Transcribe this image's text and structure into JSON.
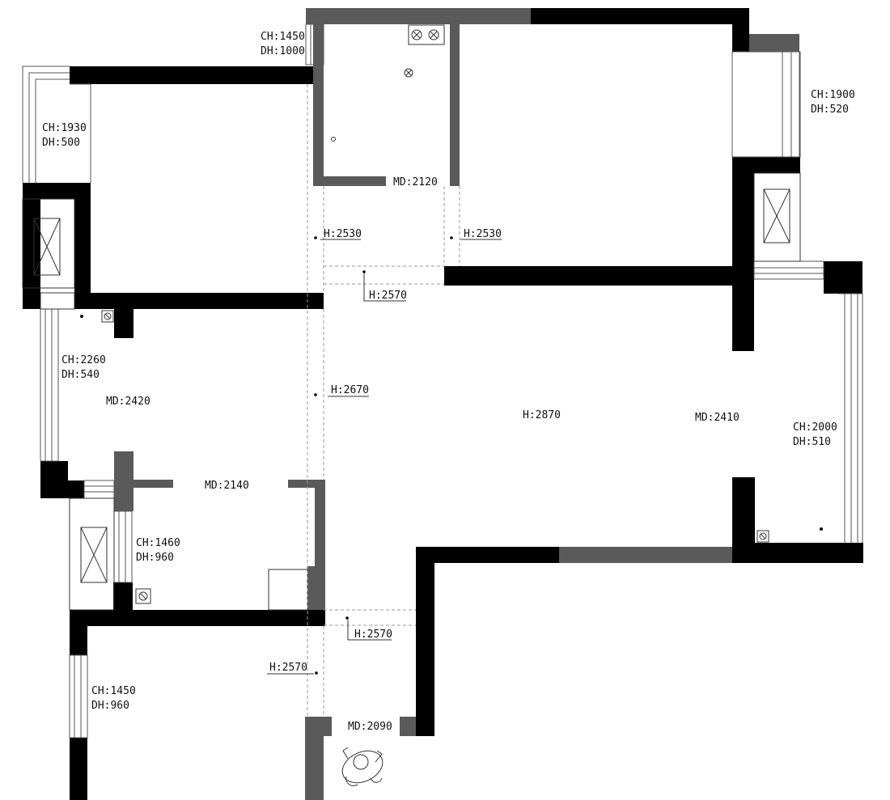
{
  "labels": {
    "win_top": {
      "ch": "CH:1450",
      "dh": "DH:1000"
    },
    "win_left_top": {
      "ch": "CH:1930",
      "dh": "DH:500"
    },
    "win_right_top": {
      "ch": "CH:1900",
      "dh": "DH:520"
    },
    "win_left_mid": {
      "ch": "CH:2260",
      "dh": "DH:540"
    },
    "win_right_mid": {
      "ch": "CH:2000",
      "dh": "DH:510"
    },
    "win_left_low": {
      "ch": "CH:1460",
      "dh": "DH:960"
    },
    "win_left_bottom": {
      "ch": "CH:1450",
      "dh": "DH:960"
    },
    "door_bath": "MD:2120",
    "door_bed_left": "MD:2420",
    "door_kitchen": "MD:2140",
    "door_bed_right": "MD:2410",
    "door_entry": "MD:2090",
    "h_left_top": "H:2530",
    "h_right_top": "H:2530",
    "h_corridor": "H:2570",
    "h_hall": "H:2670",
    "h_living": "H:2870",
    "h_entry_right": "H:2570",
    "h_entry_left": "H:2570"
  }
}
